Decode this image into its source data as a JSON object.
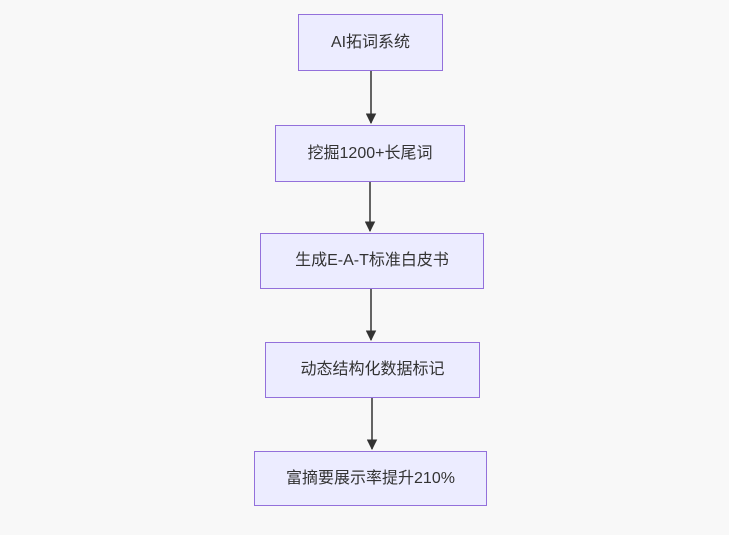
{
  "diagram": {
    "type": "flowchart",
    "direction": "top-to-bottom",
    "nodes": [
      {
        "label": "AI拓词系统"
      },
      {
        "label": "挖掘1200+长尾词"
      },
      {
        "label": "生成E-A-T标准白皮书"
      },
      {
        "label": "动态结构化数据标记"
      },
      {
        "label": "富摘要展示率提升210%"
      }
    ],
    "edges": [
      {
        "from": "AI拓词系统",
        "to": "挖掘1200+长尾词"
      },
      {
        "from": "挖掘1200+长尾词",
        "to": "生成E-A-T标准白皮书"
      },
      {
        "from": "生成E-A-T标准白皮书",
        "to": "动态结构化数据标记"
      },
      {
        "from": "动态结构化数据标记",
        "to": "富摘要展示率提升210%"
      }
    ],
    "colors": {
      "node_fill": "#ECECFF",
      "node_border": "#9370DB",
      "node_text": "#333333",
      "edge": "#333333",
      "background": "#F8F8F8"
    }
  }
}
